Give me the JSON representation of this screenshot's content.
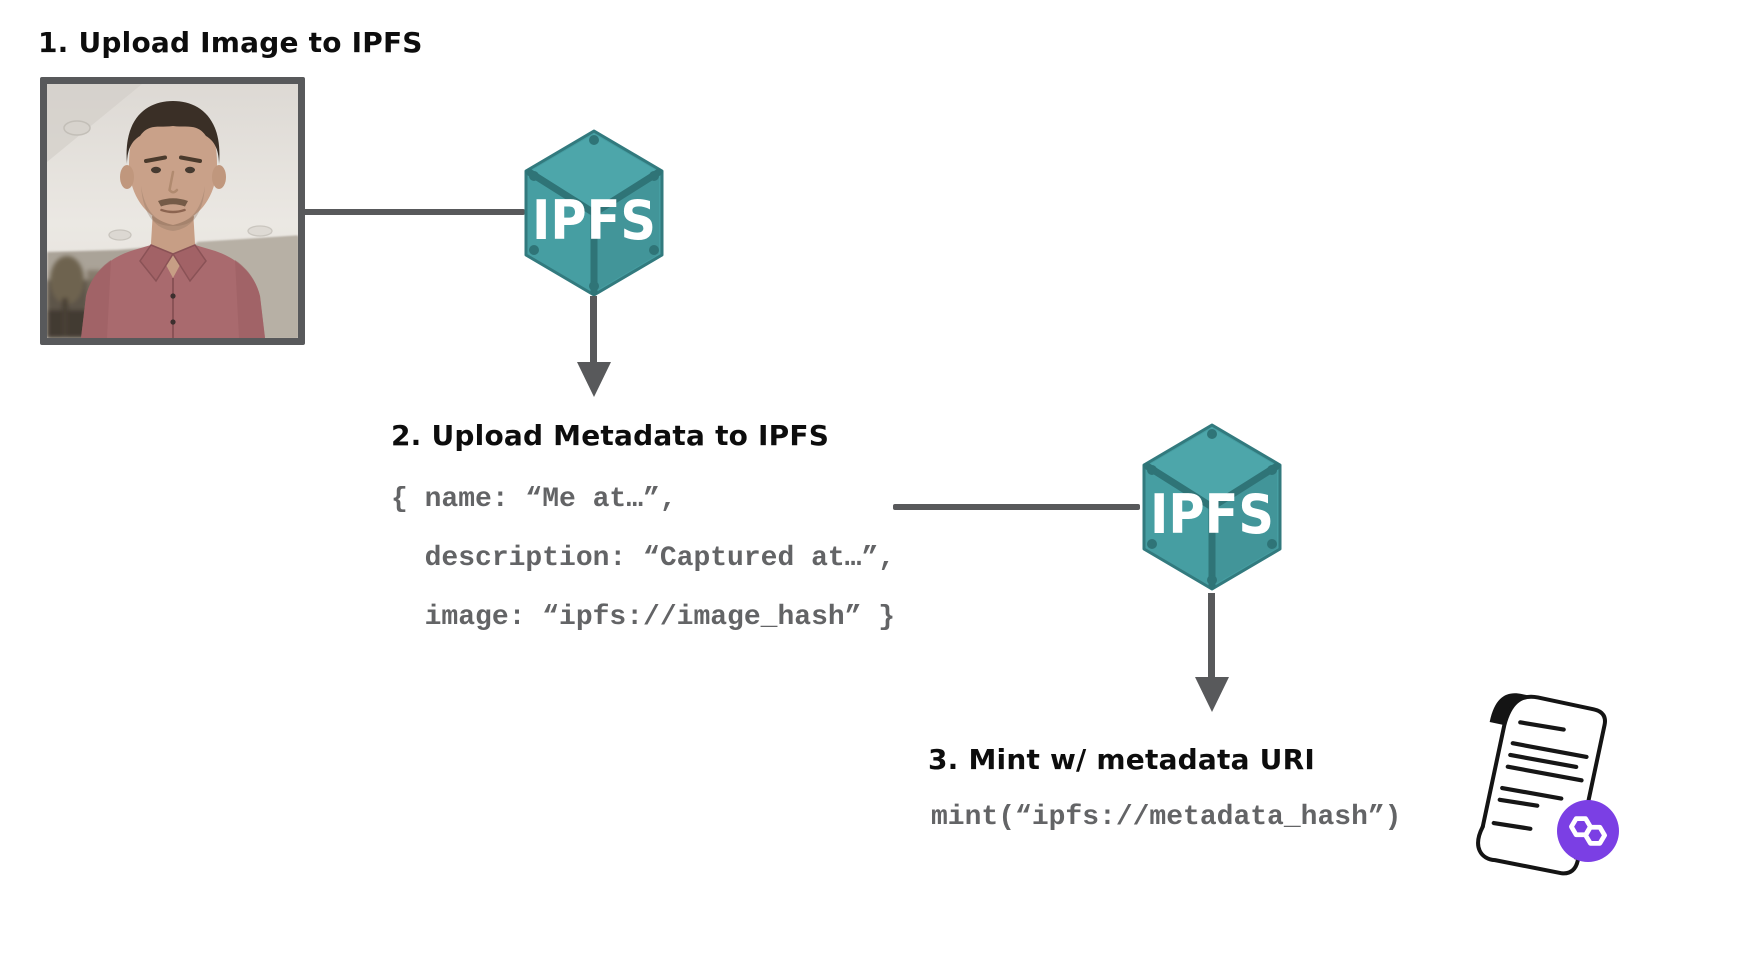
{
  "diagram": {
    "kind": "nft-minting-flow",
    "background": "#ffffff"
  },
  "steps": [
    {
      "title": "1. Upload Image to IPFS",
      "artifact": "webcam-portrait-photo",
      "target": "IPFS"
    },
    {
      "title": "2. Upload Metadata to IPFS",
      "code": [
        "{ name: “Me at…”,",
        "  description: “Captured at…”,",
        "  image: “ipfs://image_hash” }"
      ],
      "target": "IPFS"
    },
    {
      "title": "3. Mint w/ metadata URI",
      "code": [
        "mint(“ipfs://metadata_hash”)"
      ],
      "artifact": "smart-contract-scroll"
    }
  ],
  "ipfs": {
    "label": "IPFS",
    "color": "#469ea2",
    "edge_color": "#2f7477",
    "text_color": "#ffffff"
  },
  "polygon_badge": {
    "icon": "polygon-logo",
    "color": "#7b3fe4",
    "glyph_color": "#ffffff"
  },
  "colors": {
    "connector_gray": "#58595b",
    "code_gray": "#636466",
    "heading_black": "#0d0d0d",
    "photo_frame_gray": "#58595b",
    "shirt_rose": "#a96a6e"
  },
  "icons": {
    "ipfs_cube": "ipfs-cube-logo",
    "flow_arrow": "flow-arrow-down",
    "scroll": "smart-contract-scroll-icon",
    "photo": "webcam-portrait-photo"
  }
}
